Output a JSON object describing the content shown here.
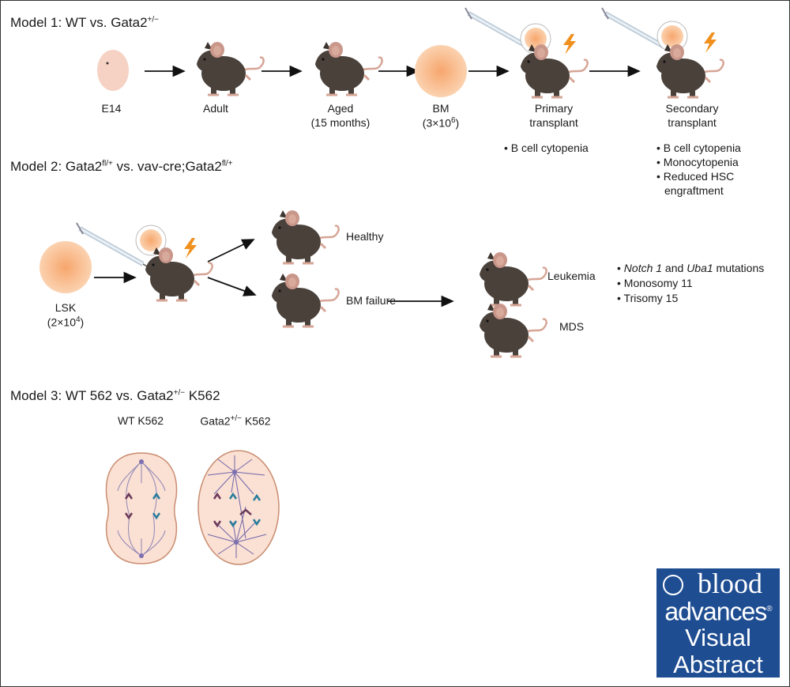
{
  "model1": {
    "title": "Model 1: WT vs. Gata2",
    "title_sup": "+/−",
    "stages": [
      {
        "label": "E14"
      },
      {
        "label": "Adult"
      },
      {
        "label": "Aged",
        "sub": "(15 months)"
      },
      {
        "label": "BM",
        "sub_base": "(3×10",
        "sub_sup": "6",
        "sub_end": ")"
      },
      {
        "label": "Primary",
        "sub": "transplant"
      },
      {
        "label": "Secondary",
        "sub": "transplant"
      }
    ],
    "primary_findings": [
      "• B cell cytopenia"
    ],
    "secondary_findings": [
      "• B cell cytopenia",
      "• Monocytopenia",
      "• Reduced HSC",
      "engraftment"
    ]
  },
  "model2": {
    "title_a": "Model 2: Gata2",
    "sup_a": "fl/+",
    "title_b": " vs. vav-cre;Gata2",
    "sup_b": "fl/+",
    "lsk_label": "LSK",
    "lsk_sub_base": "(2×10",
    "lsk_sub_sup": "4",
    "lsk_sub_end": ")",
    "healthy": "Healthy",
    "bm_failure": "BM failure",
    "leukemia": "Leukemia",
    "mds": "MDS",
    "findings": {
      "notch": "Notch 1",
      "and": " and ",
      "uba": "Uba1",
      "mut": " mutations",
      "mono": "• Monosomy 11",
      "tri": "• Trisomy 15"
    }
  },
  "model3": {
    "title_a": "Model 3: WT 562 vs. Gata2",
    "sup": "+/−",
    "title_b": " K562",
    "wt_label": "WT K562",
    "mut_label_a": "Gata2",
    "mut_sup": "+/−",
    "mut_label_b": " K562"
  },
  "logo": {
    "line1": "blood",
    "line2": "advances",
    "line3": "Visual",
    "line4": "Abstract",
    "reg": "®"
  },
  "colors": {
    "mouse": "#4a413b",
    "pink": "#d6a596",
    "cell": "#fbe0d4",
    "logo": "#1e4d92",
    "bolt": "#f0901e"
  }
}
